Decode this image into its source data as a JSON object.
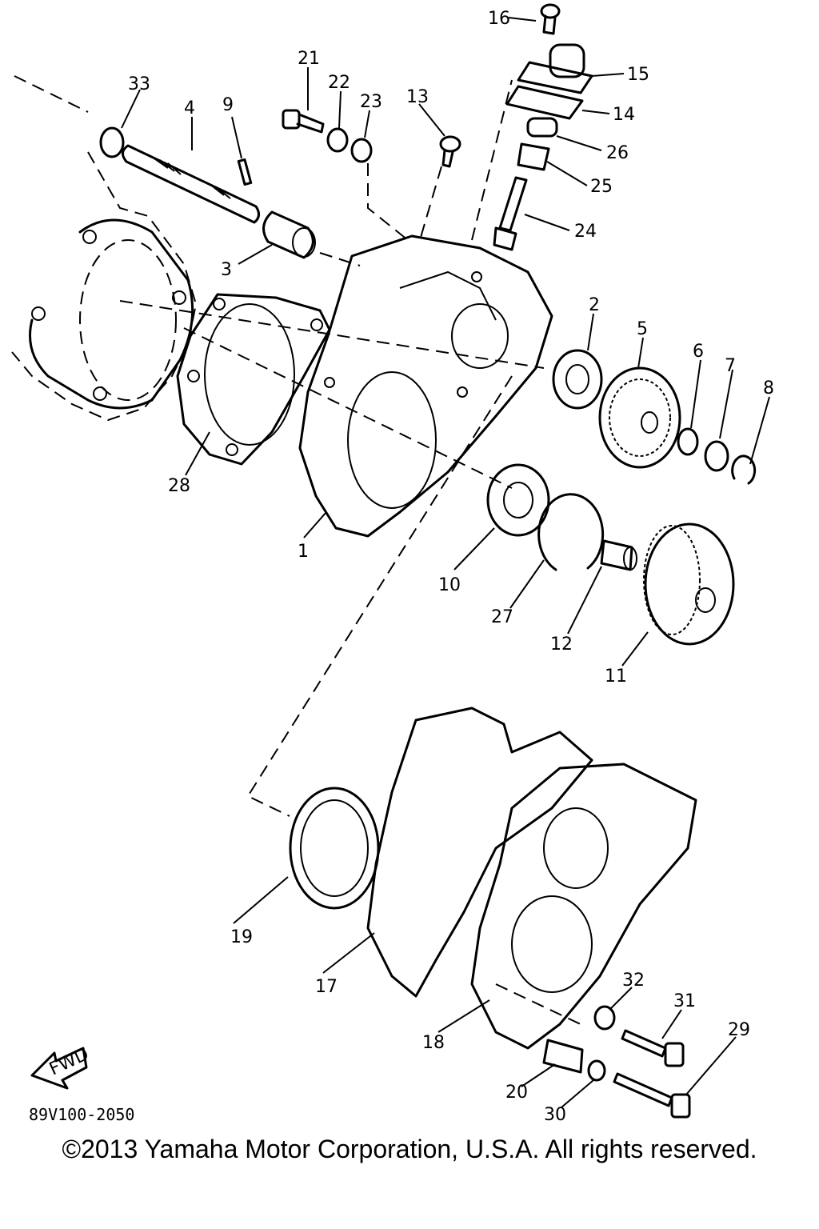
{
  "diagram_code": "89V100-2050",
  "copyright": "©2013 Yamaha Motor Corporation, U.S.A. All rights reserved.",
  "fwd_label": "FWD",
  "callouts": [
    "1",
    "2",
    "3",
    "4",
    "5",
    "6",
    "7",
    "8",
    "9",
    "10",
    "11",
    "12",
    "13",
    "14",
    "15",
    "16",
    "17",
    "18",
    "19",
    "20",
    "21",
    "22",
    "23",
    "24",
    "25",
    "26",
    "27",
    "28",
    "29",
    "30",
    "31",
    "32",
    "33"
  ]
}
